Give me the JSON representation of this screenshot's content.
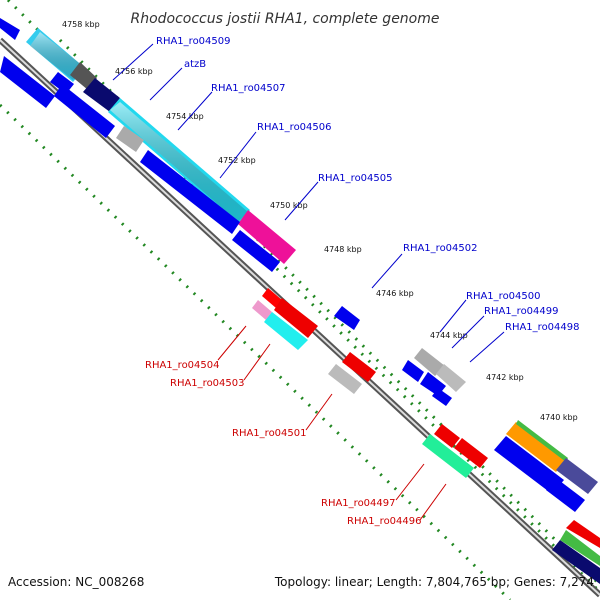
{
  "title": "Rhodococcus jostii RHA1, complete genome",
  "footer": {
    "accession": "Accession: NC_008268",
    "topology": "Topology: linear; Length: 7,804,765 bp; Genes: 7,274"
  },
  "ticks": [
    "4758 kbp",
    "4756 kbp",
    "4754 kbp",
    "4752 kbp",
    "4750 kbp",
    "4748 kbp",
    "4746 kbp",
    "4744 kbp",
    "4742 kbp",
    "4740 kbp"
  ],
  "forward_labels": [
    "RHA1_ro04509",
    "atzB",
    "RHA1_ro04507",
    "RHA1_ro04506",
    "RHA1_ro04505",
    "RHA1_ro04502",
    "RHA1_ro04500",
    "RHA1_ro04499",
    "RHA1_ro04498"
  ],
  "reverse_labels": [
    "RHA1_ro04504",
    "RHA1_ro04503",
    "RHA1_ro04501",
    "RHA1_ro04497",
    "RHA1_ro04496"
  ],
  "colors": {
    "forward_label": "#0000cc",
    "reverse_label": "#cc0000",
    "backbone": "#777777",
    "cds_blue": "#0000ee",
    "tick_dots": "#228822"
  }
}
